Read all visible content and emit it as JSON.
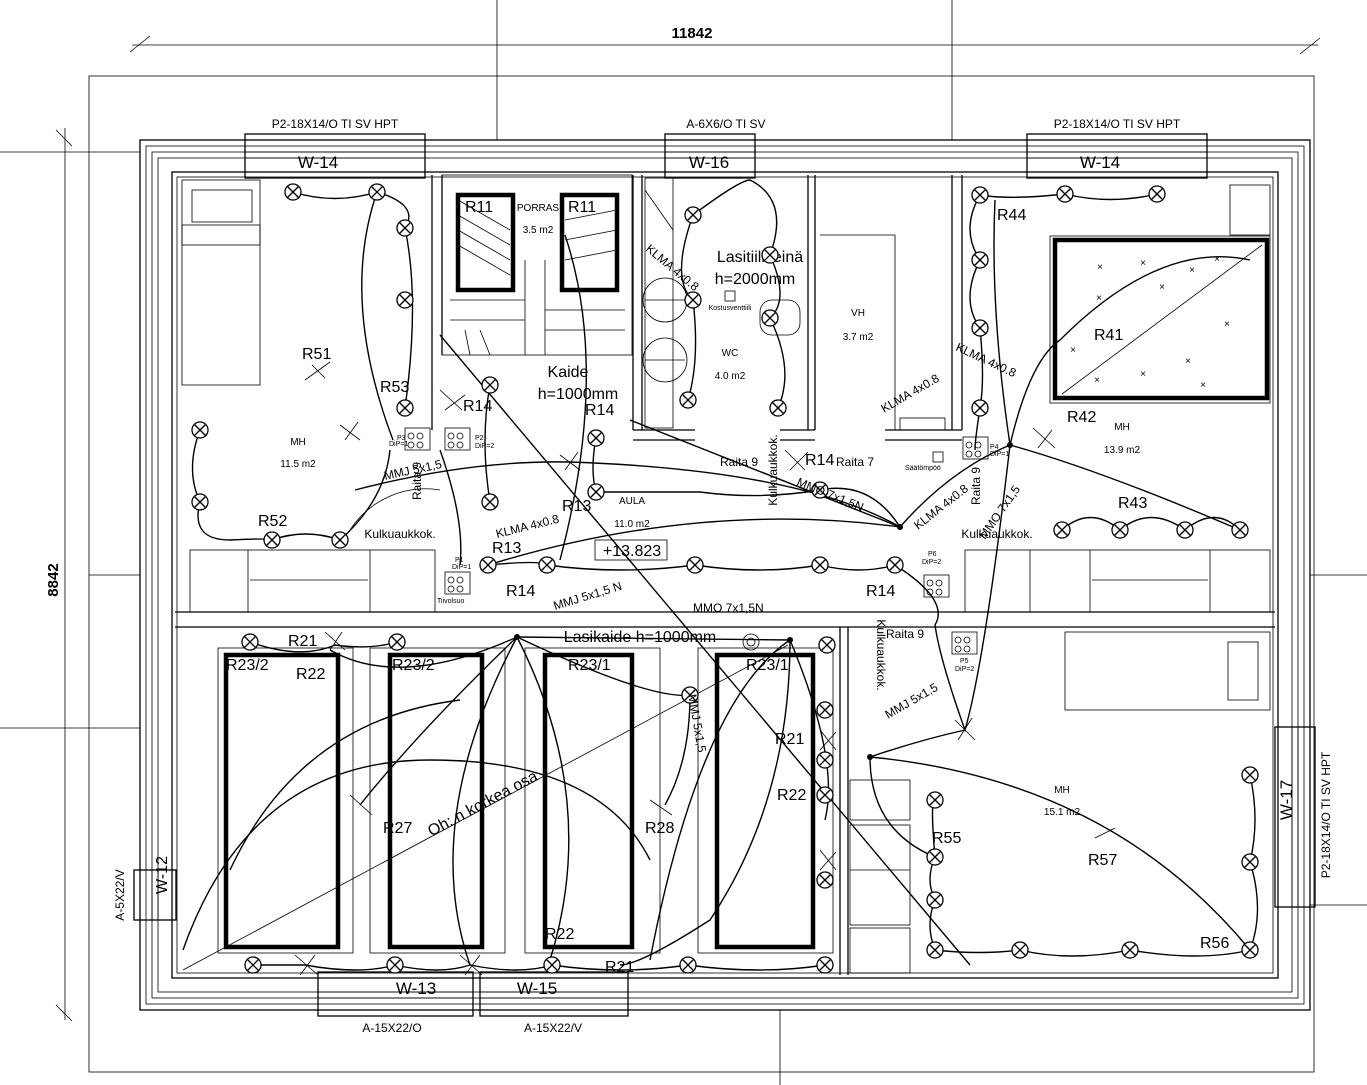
{
  "dimensions": {
    "width": "11842",
    "height": "8842"
  },
  "window_codes": {
    "top_left": "P2-18X14/O TI SV  HPT",
    "top_mid": "A-6X6/O TI SV",
    "top_right": "P2-18X14/O TI SV  HPT",
    "right": "P2-18X14/O TI SV  HPT",
    "left": "A-5X22/V",
    "bottom_left": "A-15X22/O",
    "bottom_right": "A-15X22/V"
  },
  "windows": {
    "w14_left": "W-14",
    "w16": "W-16",
    "w14_right": "W-14",
    "w17": "W-17",
    "w12": "W-12",
    "w13": "W-13",
    "w15": "W-15"
  },
  "rooms": {
    "porras": {
      "name": "PORRAS",
      "area": "3.5 m2"
    },
    "wc": {
      "name": "WC",
      "area": "4.0 m2"
    },
    "vh": {
      "name": "VH",
      "area": "3.7 m2"
    },
    "aula": {
      "name": "AULA",
      "area": "11.0 m2"
    },
    "mh_left": {
      "name": "MH",
      "area": "11.5 m2"
    },
    "mh_right": {
      "name": "MH",
      "area": "13.9 m2"
    },
    "mh_bottom": {
      "name": "MH",
      "area": "15.1 m2"
    }
  },
  "notes": {
    "lasitiiliseina": "Lasitiiliseinä",
    "lasitiili_h": "h=2000mm",
    "kaide": "Kaide",
    "kaide_h": "h=1000mm",
    "lasikaide": "Lasikaide h=1000mm",
    "elevation": "+13.823",
    "oh_korkea": "Oh: n korkea osa",
    "kostusventtiili": "Kostusventtiili",
    "saatotermostaatti": "Säätömpöö",
    "tulokkuo": "Tiivolsuo"
  },
  "circuits": {
    "r11a": "R11",
    "r11b": "R11",
    "r13a": "R13",
    "r13b": "R13",
    "r14a": "R14",
    "r14b": "R14",
    "r14c": "R14",
    "r14d": "R14",
    "r14e": "R14",
    "r21a": "R21",
    "r21b": "R21",
    "r21c": "R21",
    "r22a": "R22",
    "r22b": "R22",
    "r22c": "R22",
    "r23_2a": "R23/2",
    "r23_2b": "R23/2",
    "r23_1a": "R23/1",
    "r23_1b": "R23/1",
    "r27": "R27",
    "r28": "R28",
    "r41": "R41",
    "r42": "R42",
    "r43": "R43",
    "r44": "R44",
    "r51": "R51",
    "r52": "R52",
    "r53": "R53",
    "r55": "R55",
    "r56": "R56",
    "r57": "R57"
  },
  "cables": {
    "klma1": "KLMA 4x0.8",
    "klma2": "KLMA 4x0.8",
    "klma3": "KLMA 4x0.8",
    "klma4": "KLMA 4x0.8",
    "klma5": "KLMA 4x0.8",
    "mmj1": "MMJ 5x1,5",
    "mmj2": "MMJ 5x1,5 N",
    "mmj3": "MMJ 5x1,5",
    "mmj4": "MMJ 5x1,5",
    "mmo1": "MMO 7x1,5N",
    "mmo2": "MMO 7x1,5N",
    "mmo3": "MMO 7x1,5"
  },
  "raita": {
    "r9a": "Raita 9",
    "r9b": "Raita 9",
    "r9c": "Raita 9",
    "r9d": "Raita 9",
    "r7": "Raita 7"
  },
  "kulkuaukko": {
    "k1": "Kulkuaukkok.",
    "k2": "Kulkuaukkok.",
    "k3": "Kulkuaukkok.",
    "k4": "Kulkuaukkok."
  },
  "panels": {
    "p1": "P1",
    "p2": "P2",
    "p3": "P3",
    "p4": "P4",
    "p5": "P5",
    "p6": "P6",
    "dip1": "DiP=1",
    "dip2": "DiP=2"
  },
  "colors": {
    "line": "#000000",
    "background": "#ffffff",
    "hatch": "#8a8a8a"
  }
}
